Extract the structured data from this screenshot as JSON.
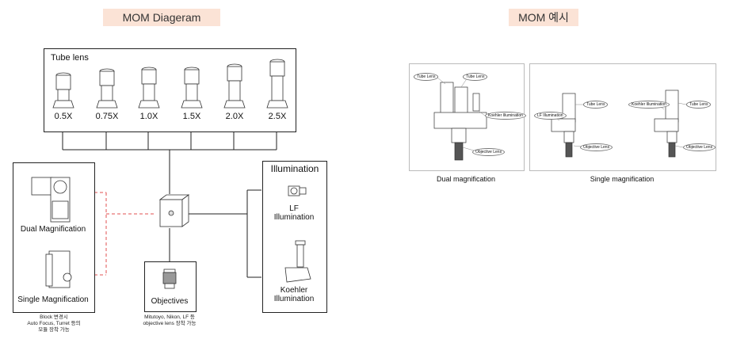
{
  "left": {
    "title": "MOM Diageram",
    "tube_lens": {
      "heading": "Tube lens",
      "magnifications": [
        "0.5X",
        "0.75X",
        "1.0X",
        "1.5X",
        "2.0X",
        "2.5X"
      ]
    },
    "magnification_modules": {
      "dual": "Dual Magnification",
      "single": "Single Magnification",
      "note_lines": [
        "Block 변경시",
        "Auto Focus, Turret 등의",
        "모듈 장착 가능"
      ]
    },
    "objectives": {
      "label": "Objectives",
      "note_lines": [
        "Mitutoyo, Nikon, LF 등",
        "objective lens 장착 가능"
      ]
    },
    "illumination": {
      "heading": "Illumination",
      "lf": [
        "LF",
        "Illumination"
      ],
      "koehler": [
        "Koehler",
        "Illumination"
      ]
    }
  },
  "right": {
    "title": "MOM 예시",
    "examples": [
      {
        "caption": "Dual magnification",
        "callouts": [
          "Tube Lens",
          "Tube Lens",
          "Koehler Illumination",
          "Objective Lens"
        ]
      },
      {
        "caption": "Single magnification",
        "callouts": [
          "Tube Lens",
          "LF Illumination",
          "Objective Lens",
          "Koehler Illumination",
          "Tube Lens",
          "Objective Lens"
        ]
      }
    ]
  },
  "colors": {
    "title_bg": "#fbe3d6",
    "dashed_link": "#e05050",
    "line": "#222222"
  }
}
